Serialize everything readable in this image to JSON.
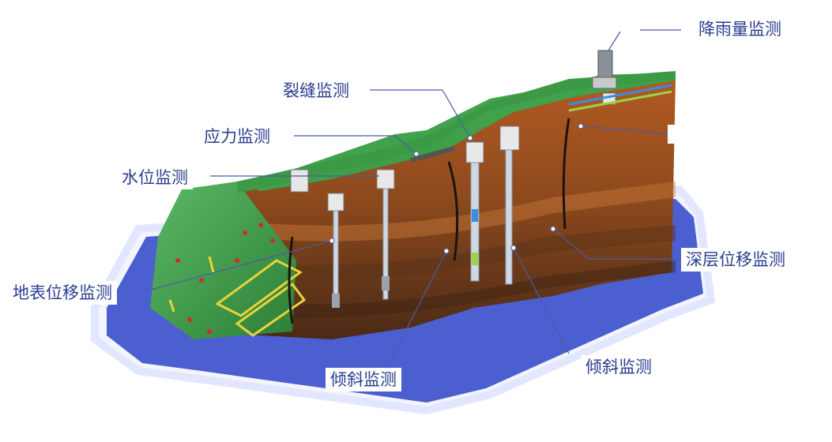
{
  "labels": {
    "rainfall": "降雨量监测",
    "crack": "裂缝监测",
    "stress": "应力监测",
    "water_level": "水位监测",
    "surface_displacement": "地表位移监测",
    "deep_displacement": "深层位移监测",
    "tilt_bottom": "倾斜监测",
    "tilt_right": "倾斜监测"
  },
  "colors": {
    "halo": "#4c5fd0",
    "grass": "#3fa34a",
    "soil": "#8a4a1e",
    "label_text": "#2a3d8f",
    "leader": "#4a5aa8"
  }
}
